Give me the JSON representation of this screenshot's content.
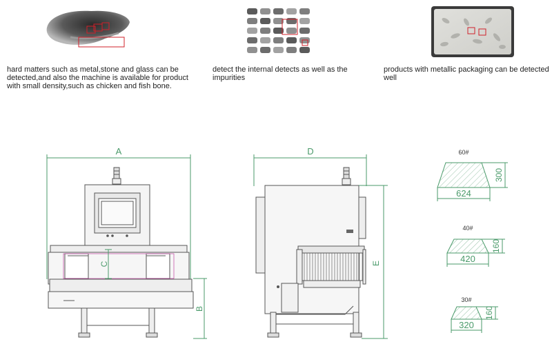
{
  "features": [
    {
      "caption": "hard matters such as metal,stone and glass can be detected,and also the machine is available for product with small density,such as chicken and fish bone."
    },
    {
      "caption": "detect the internal detects as well as the impurities"
    },
    {
      "caption": "products with metallic packaging can be detected well"
    }
  ],
  "dimensions": {
    "front": {
      "width_label": "A",
      "height_label": "B",
      "tunnel_label": "C"
    },
    "side": {
      "depth_label": "D",
      "height_label": "E"
    }
  },
  "tunnels": [
    {
      "model": "60#",
      "width": "624",
      "height": "300"
    },
    {
      "model": "40#",
      "width": "420",
      "height": "160"
    },
    {
      "model": "30#",
      "width": "320",
      "height": "160"
    }
  ],
  "colors": {
    "dimension": "#4a9a6a",
    "marker": "#d0202a",
    "outline": "#555555"
  }
}
